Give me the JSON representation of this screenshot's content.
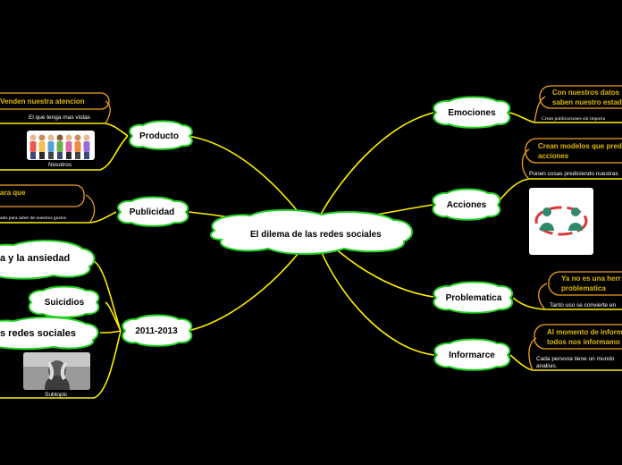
{
  "center": {
    "label": "El dilema de las redes sociales"
  },
  "left": {
    "producto": {
      "label": "Producto",
      "children": [
        {
          "label": "Venden nuestra atencion"
        },
        {
          "label": "El que tenga mas vistas"
        },
        {
          "image_caption": "Nosotros",
          "image_icon": "people-group-illustration"
        }
      ]
    },
    "publicidad": {
      "label": "Publicidad",
      "children": [
        {
          "label": "ara que"
        },
        {
          "label": "ales para saber de nuestros gustos"
        }
      ]
    },
    "periodo": {
      "label": "2011-2013",
      "children": [
        {
          "label": "a y la ansiedad"
        },
        {
          "label": "Suicidios"
        },
        {
          "label": "s redes sociales"
        },
        {
          "image_caption": "Subtopic",
          "image_icon": "distressed-person-photo"
        }
      ]
    }
  },
  "right": {
    "emociones": {
      "label": "Emociones",
      "children": [
        {
          "label_line1": "Con nuestros datos",
          "label_line2": "saben nuestro estad"
        },
        {
          "label": "Crean publicaciones sin importa"
        }
      ]
    },
    "acciones": {
      "label": "Acciones",
      "children": [
        {
          "label_line1": "Crean modelos que pred",
          "label_line2": "acciones"
        },
        {
          "label": "Ponen cosas prediciendo nuestras"
        },
        {
          "image_icon": "two-people-cycle-icon"
        }
      ]
    },
    "problematica": {
      "label": "Problematica",
      "children": [
        {
          "label_line1": "Ya no es una herr",
          "label_line2": "problematica"
        },
        {
          "label": "Tanto uso se convierte en"
        }
      ]
    },
    "informarce": {
      "label": "Informarce",
      "children": [
        {
          "label_line1": "Al momento de inform",
          "label_line2": "todos nos informamo"
        },
        {
          "label_line1": "Cada persona tiene un mundo",
          "label_line2": "analisis."
        }
      ]
    }
  },
  "colors": {
    "background": "#000000",
    "cloud_fill": "#ffffff",
    "cloud_border": "#1fd11f",
    "branch_line": "#ffee00",
    "subtopic_line": "#f0a020",
    "subtopic_text": "#e0b800",
    "note_text": "#ffffff"
  }
}
